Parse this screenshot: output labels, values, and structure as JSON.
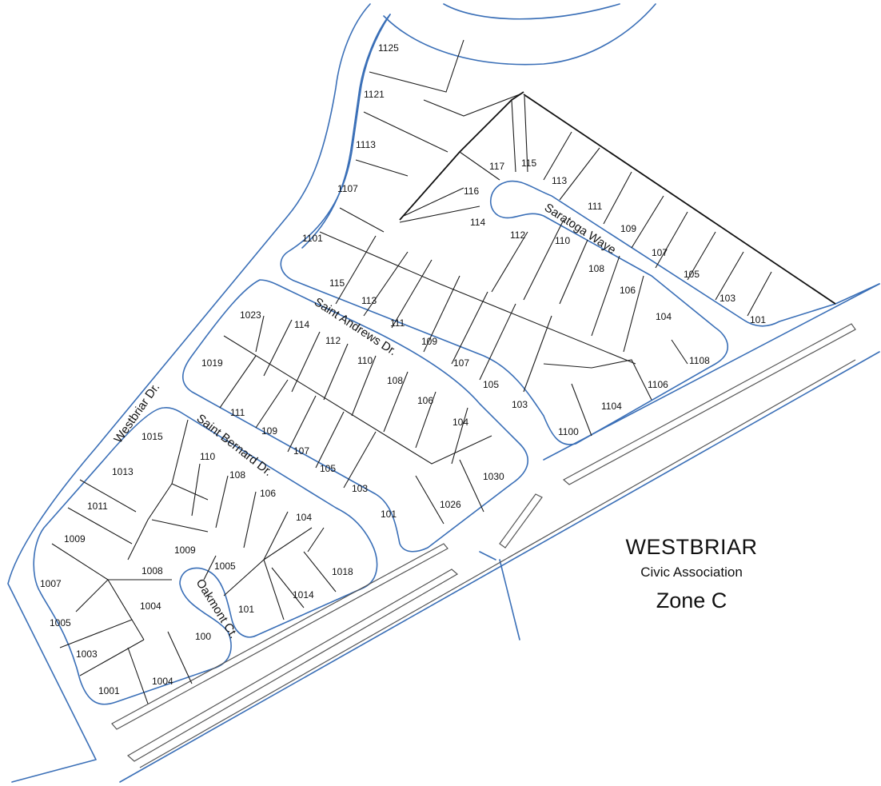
{
  "title": {
    "name": "WESTBRIAR",
    "subtitle": "Civic Association",
    "zone": "Zone C"
  },
  "streets": {
    "westbriar": "Westbriar Dr.",
    "saint_andrews": "Saint Andrews Dr.",
    "saint_bernard": "Saint Bernard Dr.",
    "saratoga": "Saratoga Waye",
    "oakmont": "Oakmont Ct."
  },
  "lots": [
    "1125",
    "1121",
    "1113",
    "1107",
    "1101",
    "117",
    "115",
    "113",
    "116",
    "114",
    "112",
    "111",
    "110",
    "109",
    "108",
    "107",
    "106",
    "105",
    "104",
    "103",
    "101",
    "1108",
    "1106",
    "1104",
    "1100",
    "115",
    "113",
    "111",
    "109",
    "107",
    "105",
    "103",
    "1023",
    "114",
    "112",
    "110",
    "108",
    "106",
    "104",
    "1019",
    "111",
    "109",
    "107",
    "105",
    "103",
    "101",
    "1026",
    "1030",
    "1015",
    "110",
    "108",
    "106",
    "104",
    "1013",
    "1011",
    "1009",
    "1009",
    "1005",
    "1008",
    "1007",
    "1004",
    "1005",
    "101",
    "1014",
    "1018",
    "1003",
    "100",
    "1001",
    "1004"
  ],
  "colors": {
    "road_outline": "#3a6fb7",
    "lot_lines": "#1c1c1c",
    "background": "#ffffff"
  }
}
